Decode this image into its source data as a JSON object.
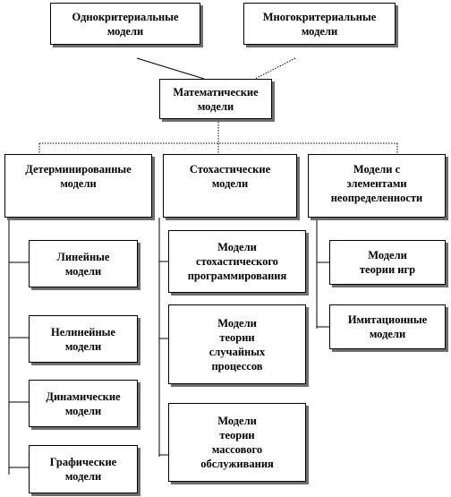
{
  "nodes": {
    "single_criterion": "Однокритериальные\nмодели",
    "multi_criterion": "Многокритериальные\nмодели",
    "mathematical": "Математические\nмодели",
    "deterministic": "Детерминированные\nмодели",
    "stochastic": "Стохастические\nмодели",
    "uncertainty": "Модели с\nэлементами\nнеопределенности",
    "linear": "Линейные\nмодели",
    "nonlinear": "Нелинейные\nмодели",
    "dynamic": "Динамические\nмодели",
    "graphic": "Графические\nмодели",
    "stoch_programming": "Модели\nстохастического\nпрограммирования",
    "random_processes": "Модели\nтеории\nслучайных\nпроцессов",
    "queueing": "Модели\nтеории\nмассового\nобслуживания",
    "game_theory": "Модели\nтеории игр",
    "simulation": "Имитационные\nмодели"
  }
}
